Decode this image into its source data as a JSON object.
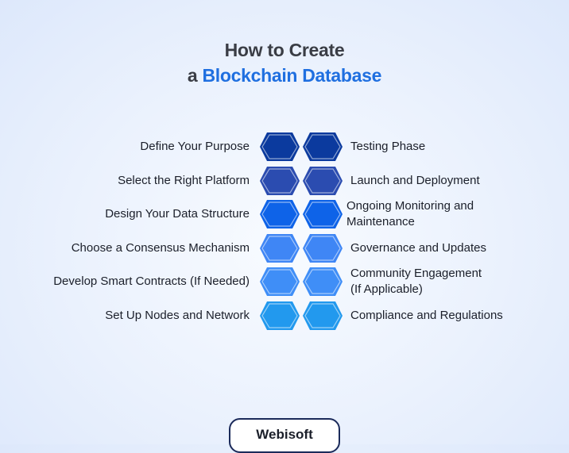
{
  "title": {
    "line1": "How to Create",
    "line2_prefix": "a ",
    "line2_accent": "Blockchain Database"
  },
  "steps_left": [
    "Define Your Purpose",
    "Select the Right Platform",
    "Design Your Data Structure",
    "Choose a Consensus Mechanism",
    "Develop Smart Contracts (If Needed)",
    "Set Up Nodes and Network"
  ],
  "steps_right": [
    [
      "Testing Phase"
    ],
    [
      "Launch and Deployment"
    ],
    [
      "Ongoing Monitoring and",
      "Maintenance"
    ],
    [
      "Governance and Updates"
    ],
    [
      "Community Engagement",
      "(If Applicable)"
    ],
    [
      "Compliance and Regulations"
    ]
  ],
  "row_colors": [
    "#0b3a9e",
    "#2b4cb0",
    "#0e63e8",
    "#3f86f5",
    "#3f8ef7",
    "#2299ee"
  ],
  "colors": {
    "accent": "#1f6fe0",
    "title": "#3a3d45",
    "brand_border": "#1b2a5a"
  },
  "brand": {
    "name": "Webisoft"
  }
}
